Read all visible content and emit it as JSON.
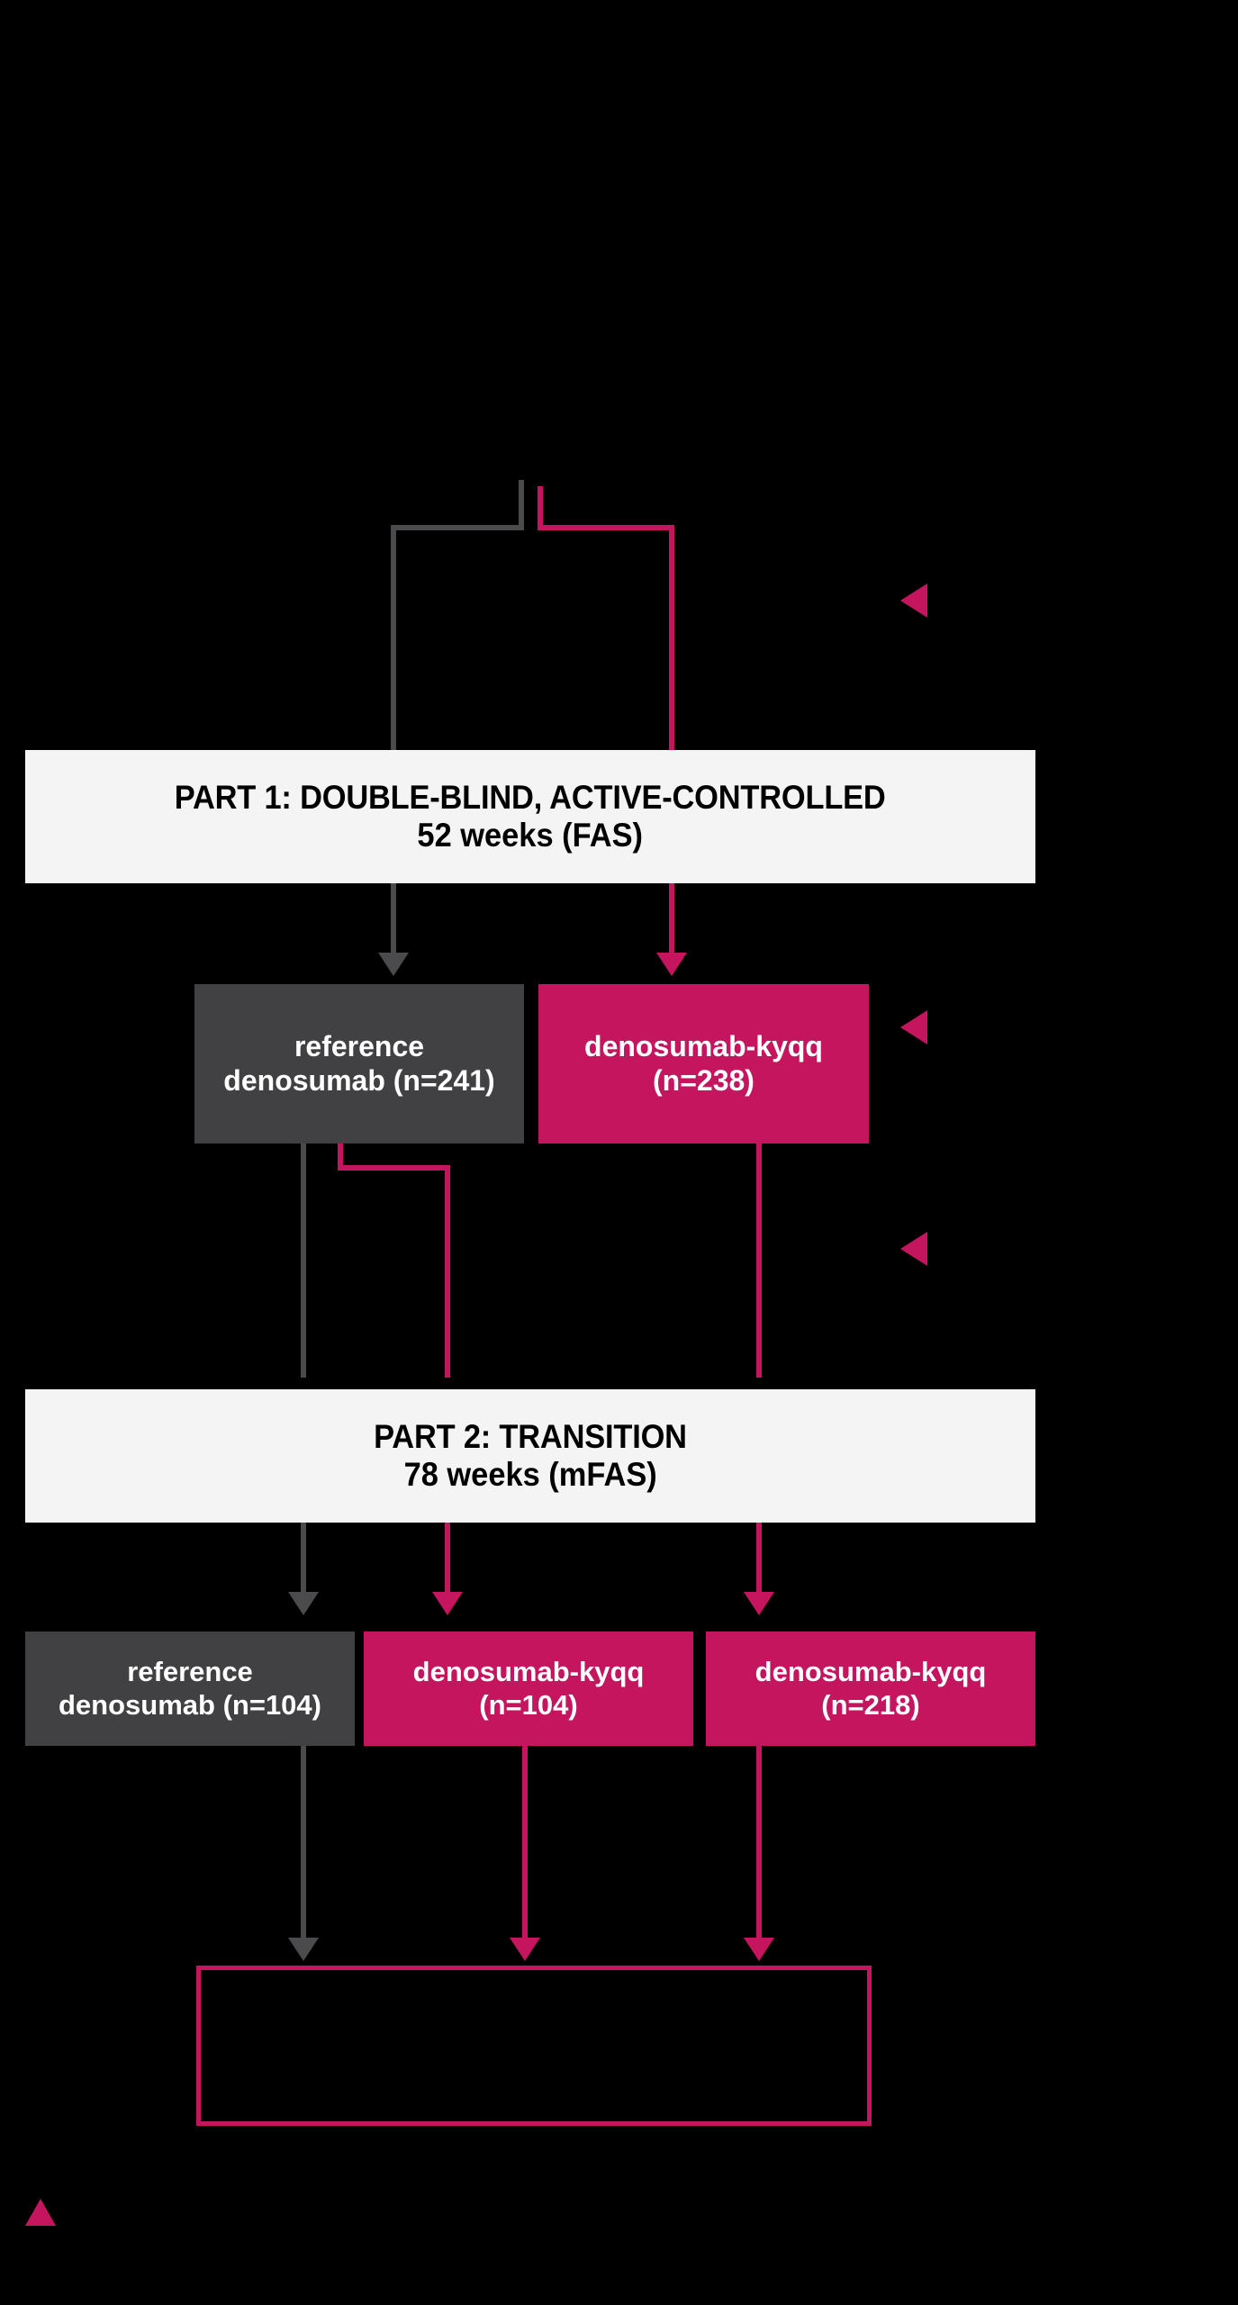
{
  "diagram": {
    "background_color": "#000000",
    "accent_pink": "#C4155E",
    "accent_gray": "#414042",
    "band_background": "#F4F4F4",
    "phases": [
      {
        "id": "part1",
        "title": "PART 1: DOUBLE-BLIND, ACTIVE-CONTROLLED",
        "subtitle": "52 weeks (FAS)",
        "arms": [
          {
            "id": "p1-ref",
            "label_line1": "reference",
            "label_line2": "denosumab (n=241)",
            "color": "gray",
            "n": 241
          },
          {
            "id": "p1-kyqq",
            "label_line1": "denosumab-kyqq",
            "label_line2": "(n=238)",
            "color": "pink",
            "n": 238
          }
        ]
      },
      {
        "id": "part2",
        "title": "PART 2: TRANSITION",
        "subtitle": "78 weeks (mFAS)",
        "arms": [
          {
            "id": "p2-ref",
            "label_line1": "reference",
            "label_line2": "denosumab (n=104)",
            "color": "gray",
            "n": 104
          },
          {
            "id": "p2-kyqq1",
            "label_line1": "denosumab-kyqq",
            "label_line2": "(n=104)",
            "color": "pink",
            "n": 104
          },
          {
            "id": "p2-kyqq2",
            "label_line1": "denosumab-kyqq",
            "label_line2": "(n=218)",
            "color": "pink",
            "n": 218
          }
        ]
      }
    ],
    "result_box": {
      "id": "result-box",
      "label": "",
      "border_color": "#C4155E"
    },
    "markers": [
      {
        "id": "marker-1",
        "shape": "triangle-left"
      },
      {
        "id": "marker-2",
        "shape": "triangle-left"
      },
      {
        "id": "marker-3",
        "shape": "triangle-left"
      },
      {
        "id": "marker-4",
        "shape": "triangle-up"
      }
    ]
  }
}
